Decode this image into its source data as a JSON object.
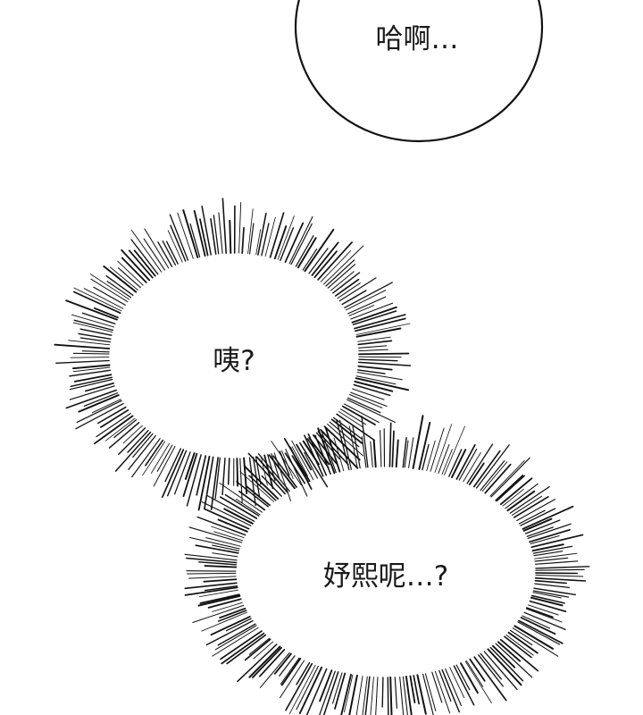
{
  "panel": {
    "background_color": "#ffffff",
    "ink_color": "#111111",
    "speech_bubble": {
      "text": "哈啊…"
    },
    "burst_bubble_1": {
      "text": "咦?"
    },
    "burst_bubble_2": {
      "text": "妤熙呢…?"
    }
  }
}
